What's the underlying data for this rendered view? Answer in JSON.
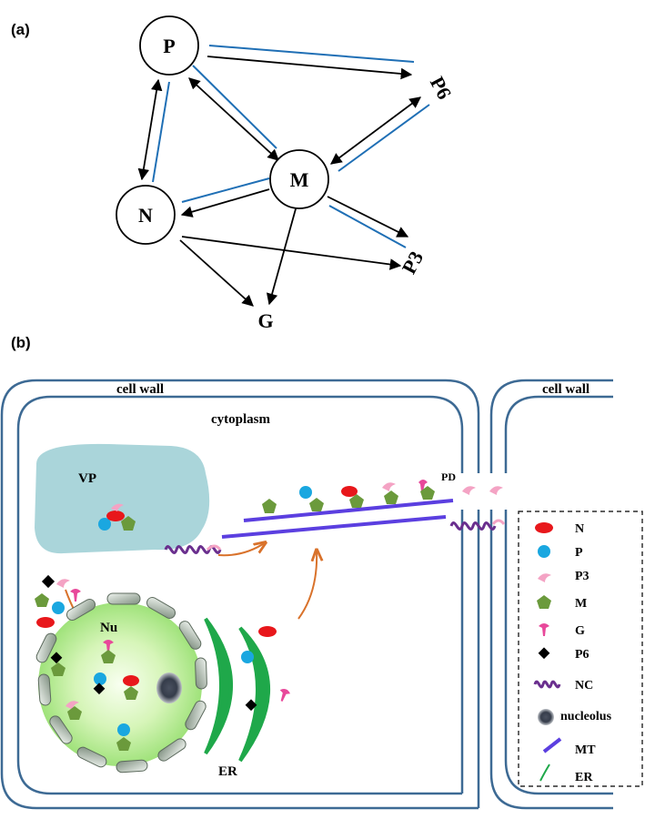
{
  "panel_a": {
    "label": "(a)",
    "nodes": {
      "P": "P",
      "M": "M",
      "N": "N",
      "G": "G",
      "P3": "P3",
      "P6": "P6"
    }
  },
  "panel_b": {
    "label": "(b)",
    "cell_wall_left": "cell wall",
    "cell_wall_right": "cell wall",
    "cytoplasm": "cytoplasm",
    "vp": "VP",
    "nu": "Nu",
    "er": "ER",
    "pd": "PD"
  },
  "legend": {
    "items": [
      "N",
      "P",
      "P3",
      "M",
      "G",
      "P6",
      "NC",
      "nucleolus",
      "MT",
      "ER"
    ]
  },
  "colors": {
    "black_arrow": "#000000",
    "blue_line": "#1f6fb5",
    "cell_wall": "#3d6a94",
    "vp_fill": "#aad5da",
    "N": "#e8171b",
    "P": "#1aa7e0",
    "P3": "#f4a3c4",
    "M": "#6b9a3c",
    "G": "#e8489a",
    "P6": "#000000",
    "NC": "#6a2f8e",
    "nucleolus": "#3a4150",
    "MT": "#5b3fe0",
    "ER": "#1fa84a",
    "orange_arrow": "#d9722b"
  }
}
